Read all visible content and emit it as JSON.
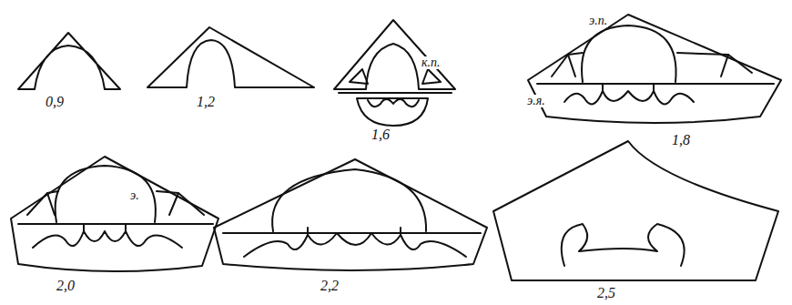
{
  "diagram": {
    "labels": [
      "0,9",
      "1,2",
      "к.п.",
      "1,6",
      "э.п.",
      "э.я.",
      "1,8",
      "э.",
      "2,0",
      "2,2",
      "2,5"
    ]
  }
}
